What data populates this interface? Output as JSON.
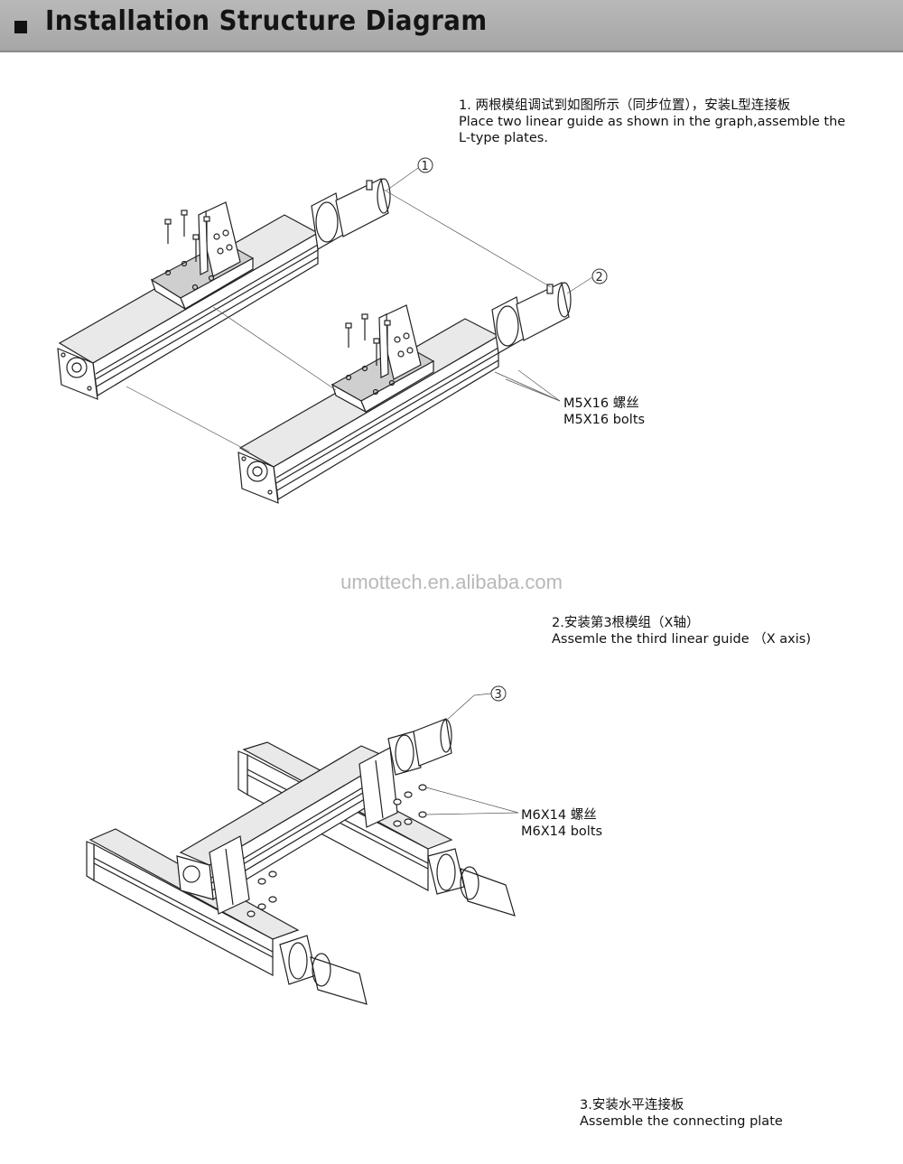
{
  "header": {
    "title": "Installation Structure Diagram"
  },
  "steps": [
    {
      "cn": "1. 两根模组调试到如图所示（同步位置），安装L型连接板",
      "en_line1": "Place two linear guide as shown in the graph,assemble the",
      "en_line2": "L-type plates."
    },
    {
      "cn": "2.安装第3根模组（X轴）",
      "en_line1": "Assemle the third linear guide （X axis)"
    },
    {
      "cn": "3.安装水平连接板",
      "en_line1": "Assemble the connecting plate"
    }
  ],
  "callouts": {
    "m5_cn": "M5X16 螺丝",
    "m5_en": "M5X16 bolts",
    "m6_cn": "M6X14 螺丝",
    "m6_en": "M6X14 bolts"
  },
  "balloons": [
    "1",
    "2",
    "3"
  ],
  "watermark": "umottech.en.alibaba.com"
}
